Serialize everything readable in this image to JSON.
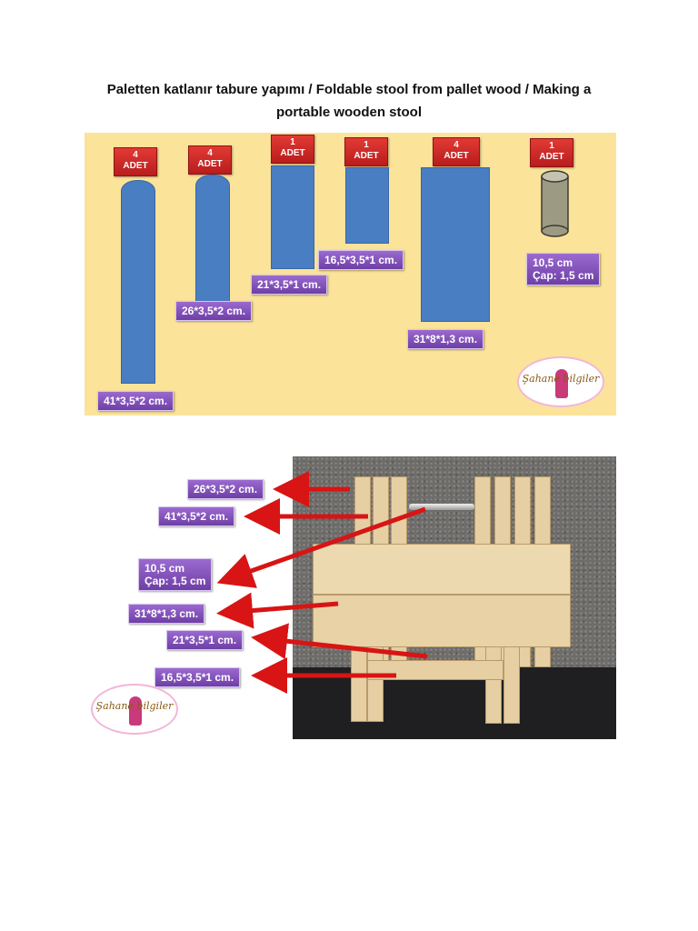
{
  "title": {
    "line1": "Paletten katlanır tabure yapımı / Foldable stool from pallet wood / Making a",
    "line2": "portable wooden stool"
  },
  "diagram": {
    "pieces": [
      {
        "badge_count": "4",
        "badge_unit": "ADET",
        "label": "41*3,5*2 cm."
      },
      {
        "badge_count": "4",
        "badge_unit": "ADET",
        "label": "26*3,5*2 cm."
      },
      {
        "badge_count": "1",
        "badge_unit": "ADET",
        "label": "21*3,5*1 cm."
      },
      {
        "badge_count": "1",
        "badge_unit": "ADET",
        "label": "16,5*3,5*1 cm."
      },
      {
        "badge_count": "4",
        "badge_unit": "ADET",
        "label": "31*8*1,3 cm."
      },
      {
        "badge_count": "1",
        "badge_unit": "ADET",
        "label_line1": "10,5 cm",
        "label_line2": "Çap: 1,5 cm"
      }
    ],
    "logo_text": "Şahane bilgiler"
  },
  "photo_labels": {
    "l1": "26*3,5*2 cm.",
    "l2": "41*3,5*2 cm.",
    "l3_line1": "10,5 cm",
    "l3_line2": "Çap: 1,5 cm",
    "l4": "31*8*1,3 cm.",
    "l5": "21*3,5*1 cm.",
    "l6": "16,5*3,5*1 cm."
  },
  "colors": {
    "panel_bg": "#fbe39a",
    "piece_blue": "#4a7ec2",
    "badge_red": "#c8231f",
    "label_purple": "#7d4db5",
    "arrow_red": "#d81414"
  }
}
